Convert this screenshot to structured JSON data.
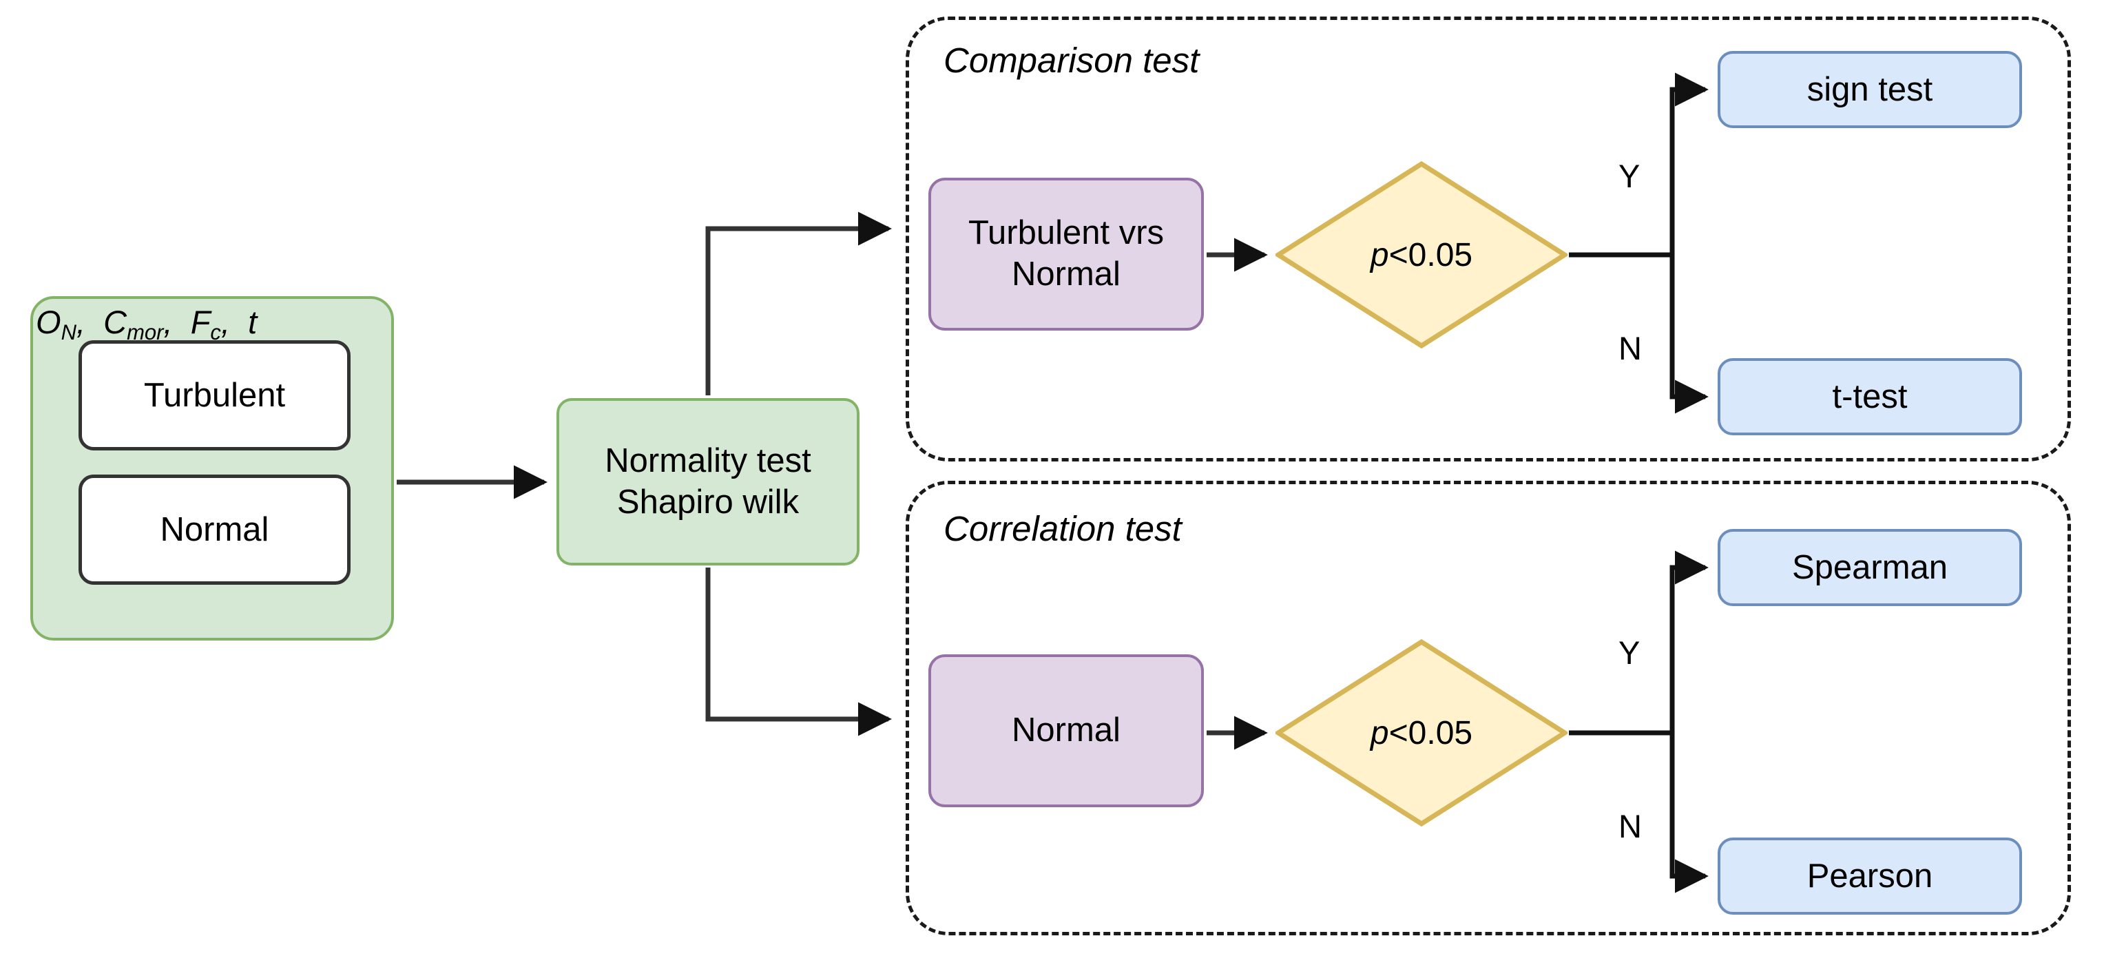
{
  "diagram": {
    "type": "statistical-test-decision-flowchart",
    "input_group": {
      "boxes": [
        {
          "label": "Turbulent"
        },
        {
          "label": "Normal"
        }
      ],
      "variables_prefix": "O",
      "variables": "ON, Cmor, Fc, t",
      "variables_parts": [
        {
          "base": "O",
          "sub": "N",
          "sep": ", "
        },
        {
          "base": "C",
          "sub": "mor",
          "sep": ", "
        },
        {
          "base": "F",
          "sub": "c",
          "sep": ", "
        },
        {
          "base": "t",
          "sub": "",
          "sep": ""
        }
      ]
    },
    "normality": {
      "line1": "Normality test",
      "line2": "Shapiro wilk"
    },
    "sections": [
      {
        "id": "comparison",
        "title": "Comparison test",
        "process": {
          "line1": "Turbulent vrs",
          "line2": "Normal"
        },
        "decision": {
          "prefix": "p",
          "rest": "<0.05"
        },
        "branches": [
          {
            "label": "Y",
            "result": "sign test"
          },
          {
            "label": "N",
            "result": "t-test"
          }
        ]
      },
      {
        "id": "correlation",
        "title": "Correlation test",
        "process": {
          "line1": "Normal",
          "line2": ""
        },
        "decision": {
          "prefix": "p",
          "rest": "<0.05"
        },
        "branches": [
          {
            "label": "Y",
            "result": "Spearman"
          },
          {
            "label": "N",
            "result": "Pearson"
          }
        ]
      }
    ]
  },
  "colors": {
    "green_fill": "#d5e8d4",
    "green_stroke": "#82b366",
    "purple_fill": "#e1d5e7",
    "purple_stroke": "#9673a6",
    "blue_fill": "#dae8fc",
    "blue_stroke": "#6c8ebf",
    "yellow_fill": "#fff2cc",
    "yellow_stroke": "#d6b656",
    "edge_stroke": "#333333",
    "dashed_stroke": "#1a1a1a",
    "white_fill": "#ffffff"
  }
}
